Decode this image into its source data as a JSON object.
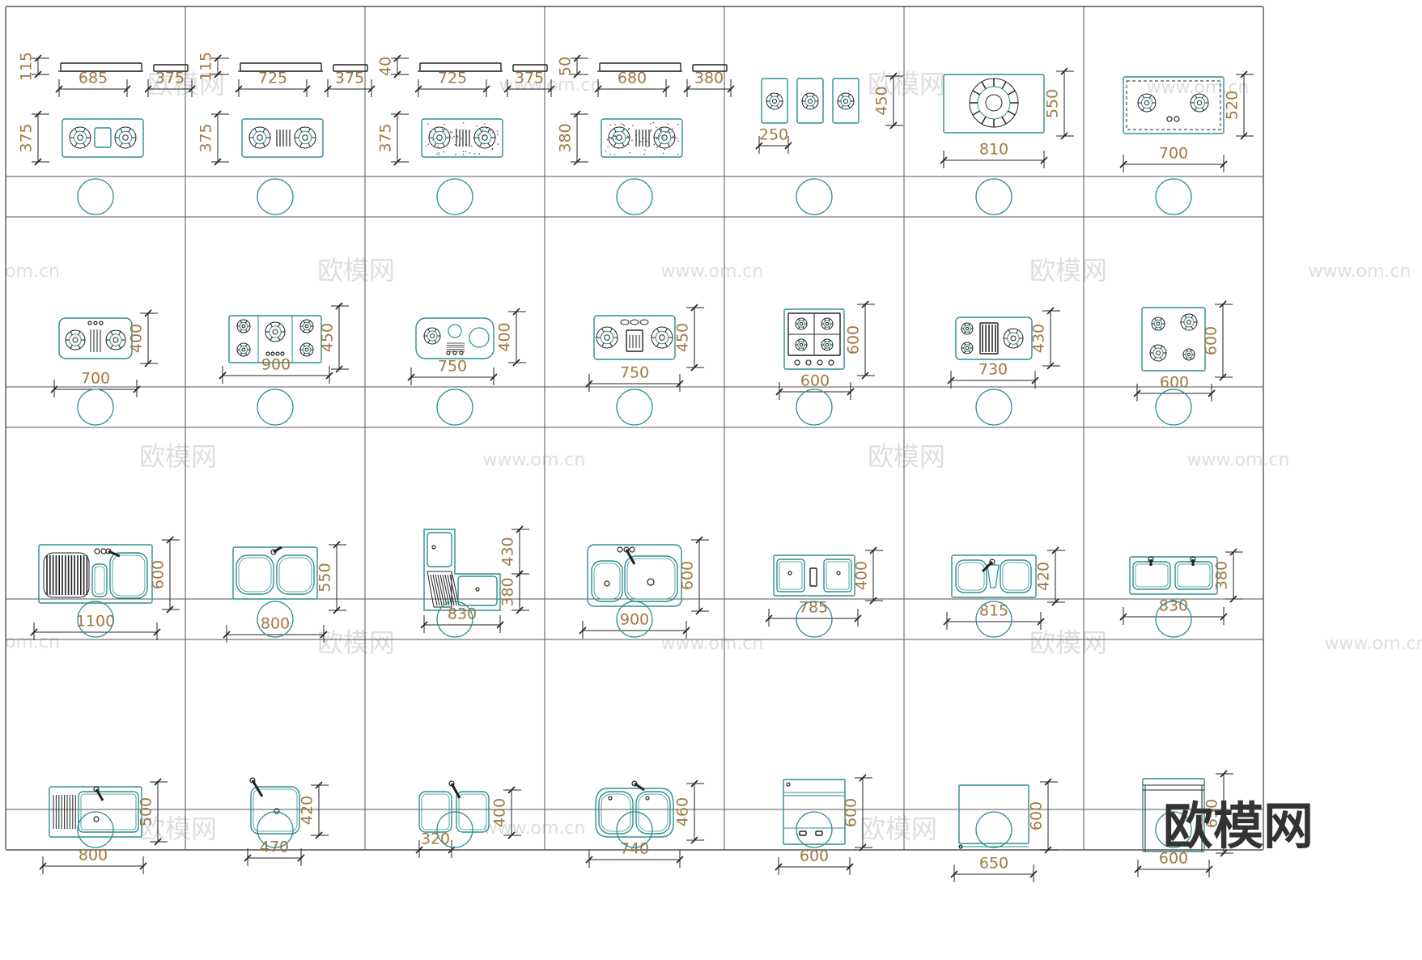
{
  "title": "",
  "colors": {
    "grid_line": "#555555",
    "outline": "#2e8f8f",
    "dimension_text": "#a07840",
    "dimension_line": "#222222",
    "watermark": "#d6d6d6",
    "logo": "#333333"
  },
  "watermarks": [
    "欧模网",
    "www.om.cn",
    "om.cn"
  ],
  "logo": "欧模网",
  "rows": [
    [
      {
        "kind": "hob-detail",
        "label": "",
        "dims": {
          "w": "685",
          "h": "375",
          "side_w": "375",
          "side_h": "115"
        }
      },
      {
        "kind": "hob-detail",
        "label": "",
        "dims": {
          "w": "725",
          "h": "375",
          "side_w": "375",
          "side_h": "115"
        }
      },
      {
        "kind": "hob-detail",
        "label": "",
        "dims": {
          "w": "725",
          "h": "375",
          "side_w": "375",
          "side_h": "40"
        }
      },
      {
        "kind": "hob-detail",
        "label": "",
        "dims": {
          "w": "680",
          "h": "380",
          "side_w": "380",
          "side_h": "50"
        }
      },
      {
        "kind": "hob-domino",
        "label": "",
        "dims": {
          "w": "250",
          "h": "450"
        }
      },
      {
        "kind": "hob-wok",
        "label": "",
        "dims": {
          "w": "810",
          "h": "550"
        }
      },
      {
        "kind": "hob-two",
        "label": "",
        "dims": {
          "w": "700",
          "h": "520"
        }
      }
    ],
    [
      {
        "kind": "hob-round",
        "label": "",
        "dims": {
          "w": "700",
          "h": "400"
        }
      },
      {
        "kind": "hob-five",
        "label": "",
        "dims": {
          "w": "900",
          "h": "450"
        }
      },
      {
        "kind": "hob-mixed",
        "label": "",
        "dims": {
          "w": "750",
          "h": "400"
        }
      },
      {
        "kind": "hob-grill",
        "label": "",
        "dims": {
          "w": "750",
          "h": "450"
        }
      },
      {
        "kind": "hob-four",
        "label": "",
        "dims": {
          "w": "600",
          "h": "600"
        }
      },
      {
        "kind": "hob-grill2",
        "label": "",
        "dims": {
          "w": "730",
          "h": "430"
        }
      },
      {
        "kind": "hob-four2",
        "label": "",
        "dims": {
          "w": "600",
          "h": "600"
        }
      }
    ],
    [
      {
        "kind": "sink-drainer",
        "label": "",
        "dims": {
          "w": "1100",
          "h": "600"
        }
      },
      {
        "kind": "sink-double",
        "label": "",
        "dims": {
          "w": "800",
          "h": "550"
        }
      },
      {
        "kind": "sink-corner",
        "label": "",
        "dims": {
          "w": "830",
          "h": "430",
          "h2": "380"
        }
      },
      {
        "kind": "sink-double-big",
        "label": "",
        "dims": {
          "w": "900",
          "h": "600"
        }
      },
      {
        "kind": "sink-square",
        "label": "",
        "dims": {
          "w": "785",
          "h": "400"
        }
      },
      {
        "kind": "sink-triple",
        "label": "",
        "dims": {
          "w": "815",
          "h": "420"
        }
      },
      {
        "kind": "sink-double-small",
        "label": "",
        "dims": {
          "w": "830",
          "h": "380"
        }
      }
    ],
    [
      {
        "kind": "sink-single-drainer",
        "label": "",
        "dims": {
          "w": "800",
          "h": "500"
        }
      },
      {
        "kind": "sink-single",
        "label": "",
        "dims": {
          "w": "470",
          "h": "420"
        }
      },
      {
        "kind": "sink-two-bowl",
        "label": "",
        "dims": {
          "w": "320",
          "h": "400"
        }
      },
      {
        "kind": "sink-double-round",
        "label": "",
        "dims": {
          "w": "740",
          "h": "460"
        }
      },
      {
        "kind": "appliance-dishwasher",
        "label": "",
        "dims": {
          "w": "600",
          "h": "600"
        }
      },
      {
        "kind": "appliance-box",
        "label": "",
        "dims": {
          "w": "650",
          "h": "600"
        }
      },
      {
        "kind": "appliance-oven",
        "label": "",
        "dims": {
          "w": "600",
          "h": "650"
        }
      }
    ]
  ]
}
